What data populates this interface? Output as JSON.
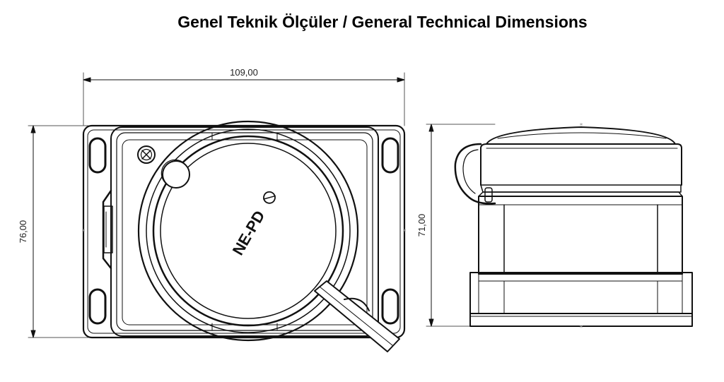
{
  "title": "Genel Teknik Ölçüler / General Technical Dimensions",
  "dimensions": {
    "width": "109,00",
    "height_front": "76,00",
    "height_side": "71,00"
  },
  "logo_text": "NE-PD"
}
